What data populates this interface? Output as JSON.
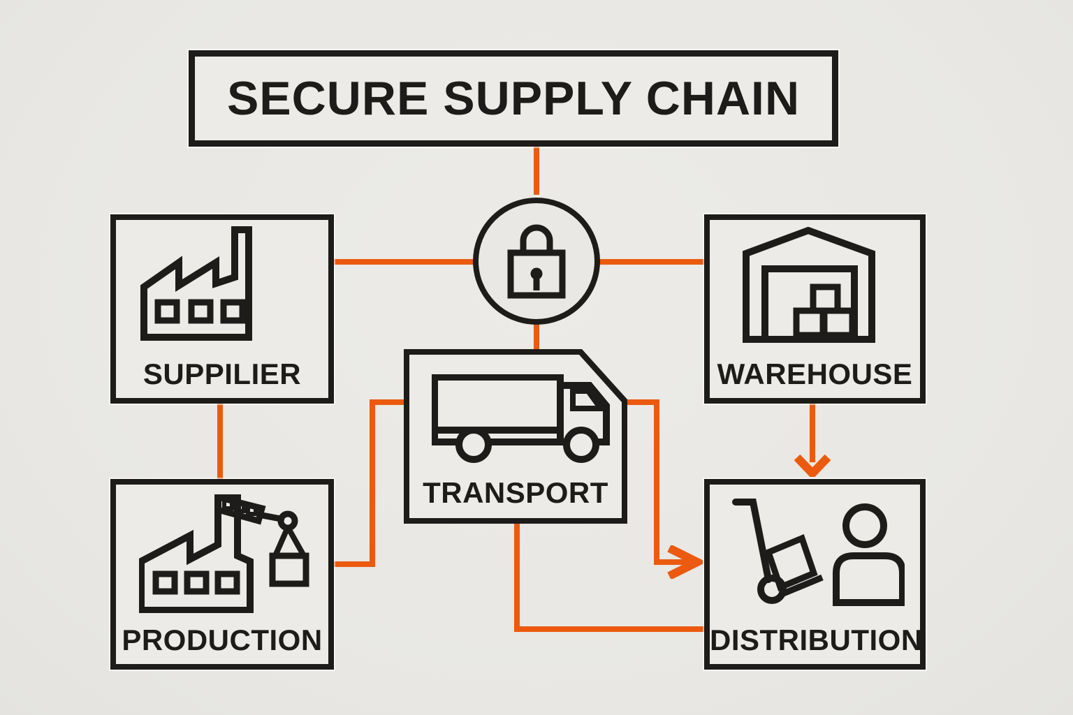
{
  "title": "SECURE SUPPLY CHAIN",
  "colors": {
    "accent_orange": "#EB5A0F",
    "ink_black": "#1D1C1A",
    "background": "#E8E7E3",
    "panel_fill": "#EDEBE7"
  },
  "hub": {
    "icon": "padlock-icon"
  },
  "nodes": {
    "supplier": {
      "label": "SUPPILIER",
      "icon": "factory-icon"
    },
    "warehouse": {
      "label": "WAREHOUSE",
      "icon": "warehouse-icon"
    },
    "transport": {
      "label": "TRANSPORT",
      "icon": "truck-icon"
    },
    "production": {
      "label": "PRODUCTION",
      "icon": "factory-crane-icon"
    },
    "distribution": {
      "label": "DISTRIBUTION",
      "icon": "hand-truck-person-icon"
    }
  },
  "edges": [
    {
      "from": "title",
      "to": "lock-hub",
      "arrow": false
    },
    {
      "from": "lock-hub",
      "to": "supplier",
      "arrow": false
    },
    {
      "from": "lock-hub",
      "to": "warehouse",
      "arrow": false
    },
    {
      "from": "lock-hub",
      "to": "transport",
      "arrow": false
    },
    {
      "from": "supplier",
      "to": "production",
      "arrow": false
    },
    {
      "from": "production",
      "to": "transport",
      "arrow": false
    },
    {
      "from": "transport",
      "to": "distribution",
      "arrow": true
    },
    {
      "from": "transport",
      "to": "distribution",
      "arrow": false
    },
    {
      "from": "warehouse",
      "to": "distribution",
      "arrow": true
    }
  ]
}
